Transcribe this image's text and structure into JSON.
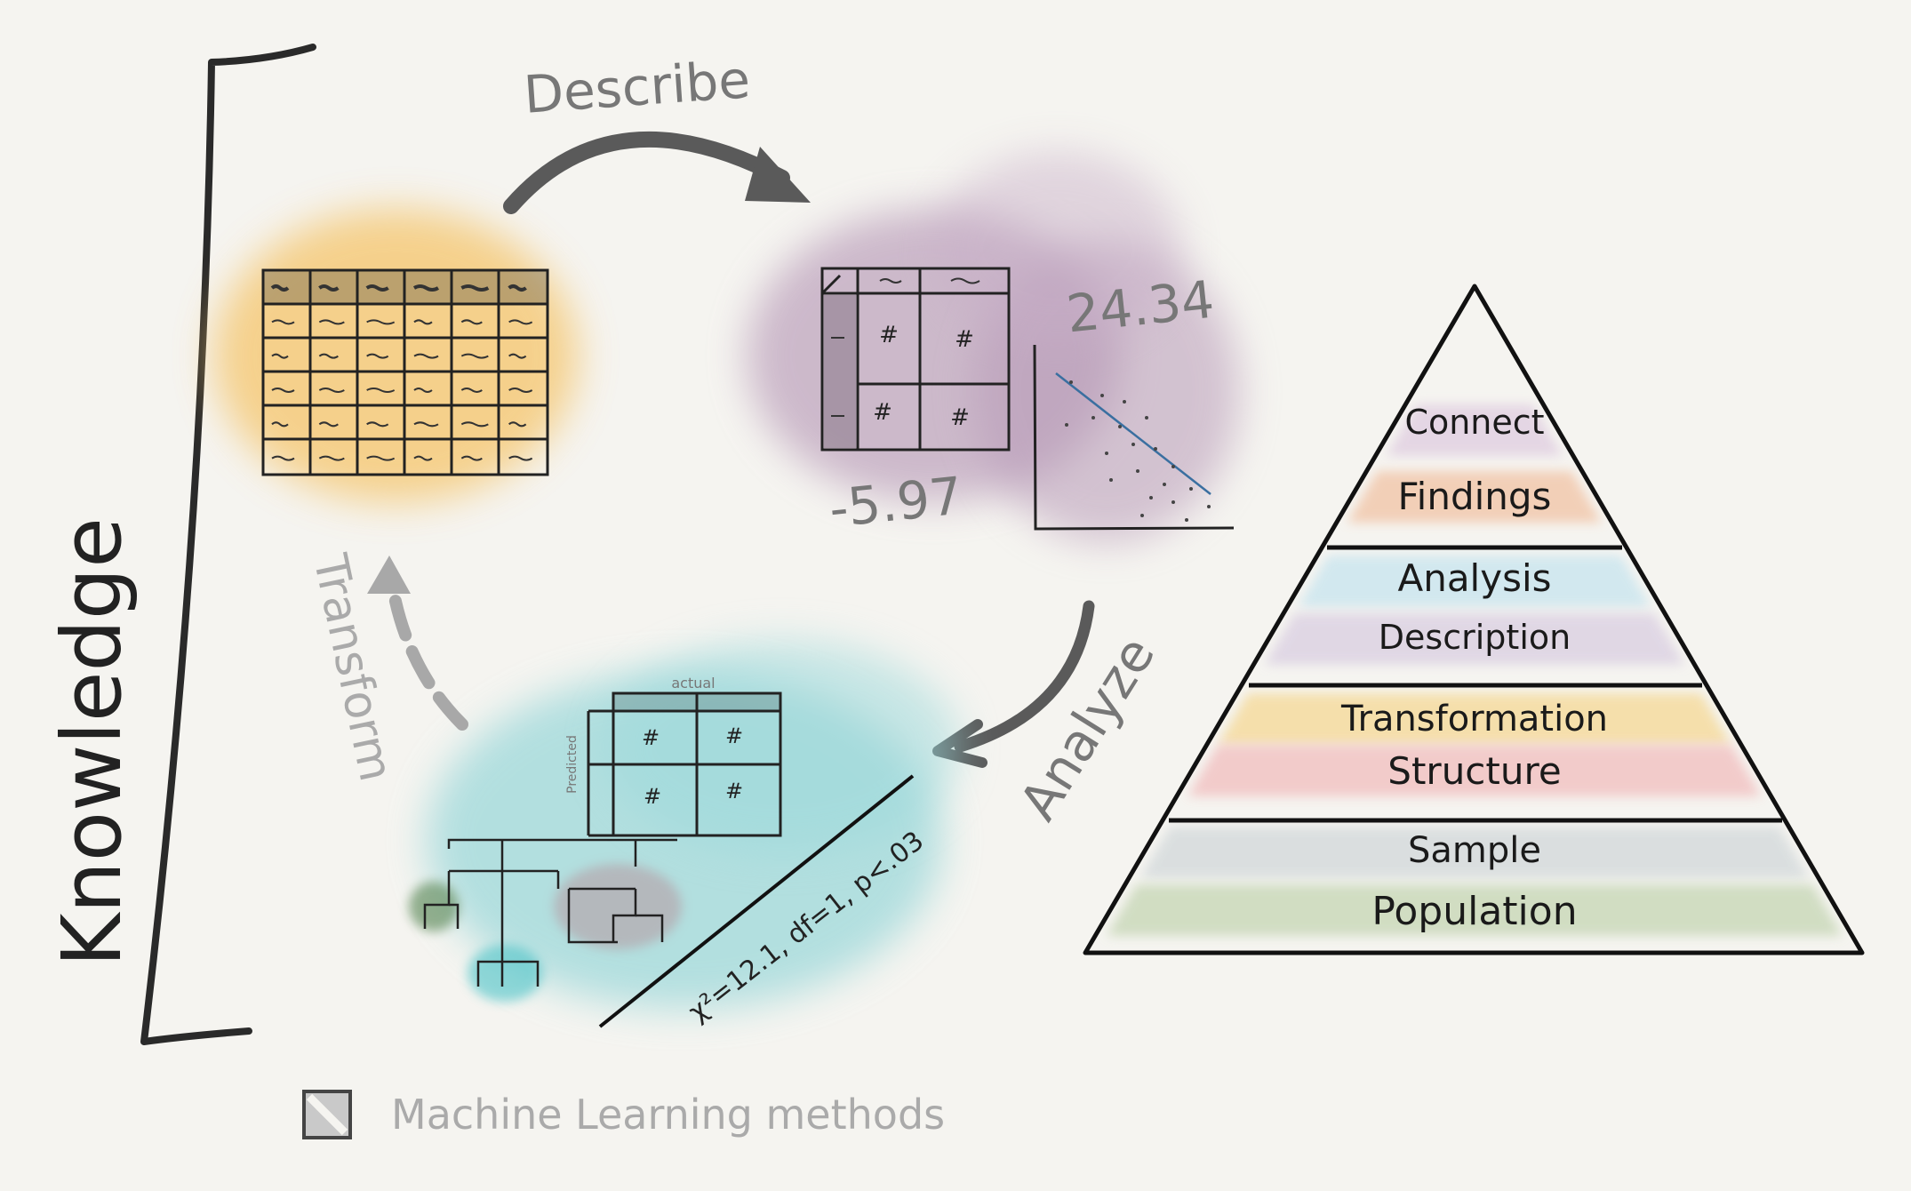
{
  "knowledge_label": "Knowledge",
  "arrows": {
    "describe": "Describe",
    "analyze": "Analyze",
    "transform": "Transform"
  },
  "descriptive": {
    "value_top": "24.34",
    "value_bottom": "-5.97",
    "cell_symbol": "#"
  },
  "ml": {
    "confusion_top_label": "actual",
    "confusion_side_label": "Predicted",
    "stat": "χ²=12.1, df=1, p<.03",
    "cell_symbol": "#"
  },
  "pyramid": {
    "levels": [
      {
        "label": "Connect",
        "color": "#e2d1e2"
      },
      {
        "label": "Findings",
        "color": "#f2c9ae"
      },
      {
        "label": "Analysis",
        "color": "#cce6ef"
      },
      {
        "label": "Description",
        "color": "#ddd3e3"
      },
      {
        "label": "Transformation",
        "color": "#f5dca0"
      },
      {
        "label": "Structure",
        "color": "#f2c4c4"
      },
      {
        "label": "Sample",
        "color": "#d6dbdd"
      },
      {
        "label": "Population",
        "color": "#cbd9bb"
      }
    ]
  },
  "legend": {
    "label": "Machine Learning methods"
  },
  "colors": {
    "raw_data": "#f5c56b",
    "descriptive": "#b79ab7",
    "ml": "#8fd4d7"
  }
}
